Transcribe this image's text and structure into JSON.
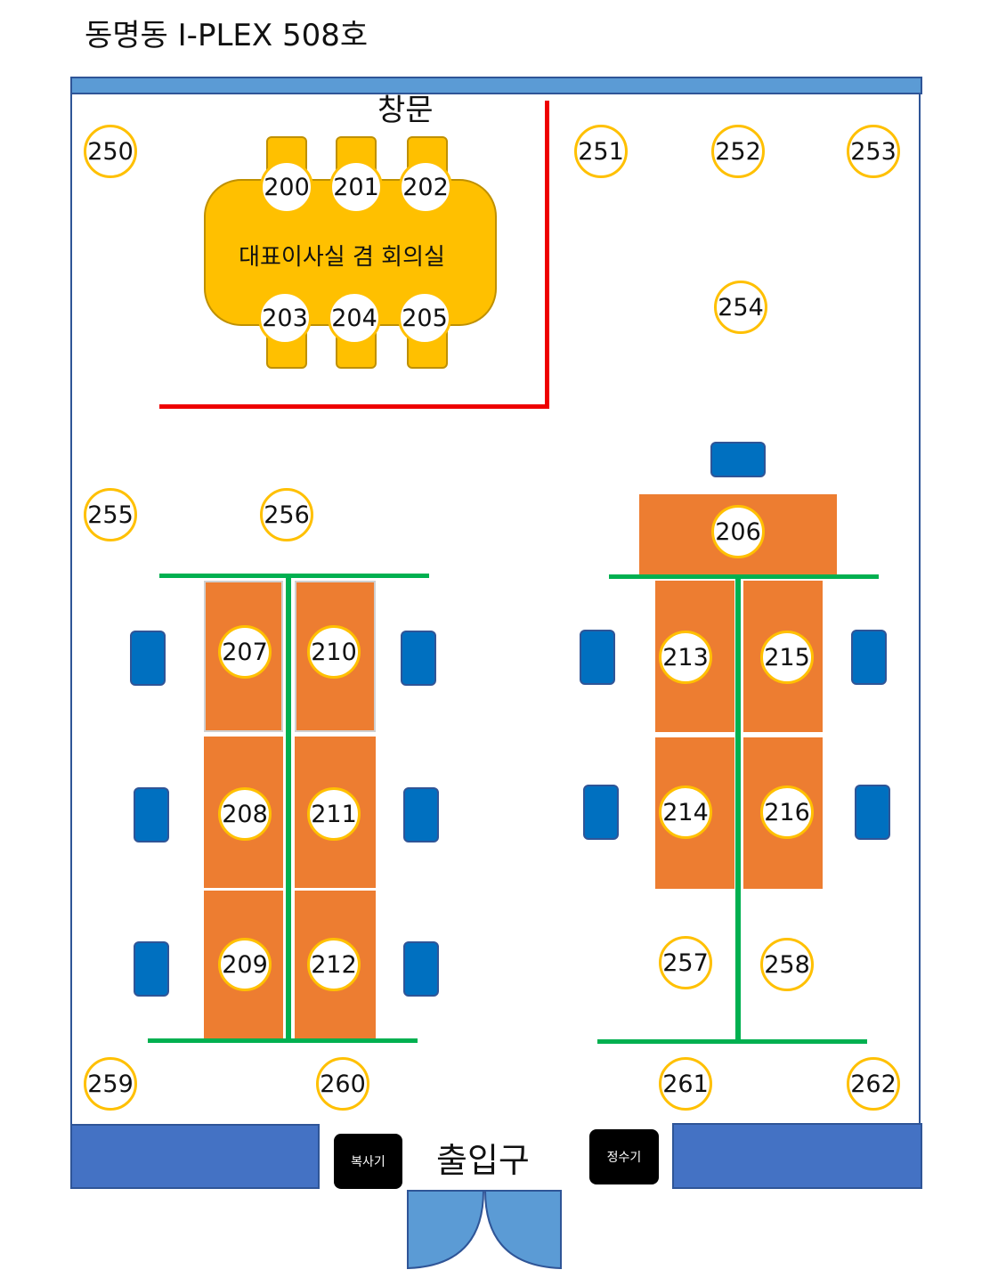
{
  "title": "동명동 I-PLEX 508호",
  "window_label": "창문",
  "conference": {
    "label": "대표이사실 겸 회의실",
    "seats": [
      "200",
      "201",
      "202",
      "203",
      "204",
      "205"
    ]
  },
  "corner_seats": [
    "250",
    "251",
    "252",
    "253",
    "254",
    "255",
    "256",
    "257",
    "258",
    "259",
    "260",
    "261",
    "262"
  ],
  "left_cluster_seats": [
    "207",
    "208",
    "209",
    "210",
    "211",
    "212"
  ],
  "right_cluster_seats": [
    "206",
    "213",
    "214",
    "215",
    "216"
  ],
  "entrance_label": "출입구",
  "copier_label": "복사기",
  "water_purifier_label": "정수기",
  "colors": {
    "wall": "#2f5597",
    "window": "#5b9bd5",
    "desk": "#ed7d31",
    "chair": "#0070c0",
    "conference_table": "#ffc000",
    "partition": "#00b050",
    "meeting_room_wall": "#ee0000"
  }
}
